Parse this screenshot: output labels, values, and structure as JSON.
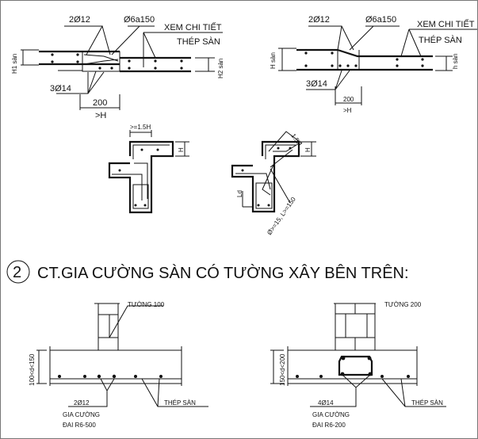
{
  "section_number": "2",
  "section_title": "CT.GIA CƯỜNG SÀN CÓ TƯỜNG XÂY BÊN TRÊN:",
  "detail_top_left": {
    "rebar_top": "2Ø12",
    "stirrup": "Ø6a150",
    "note_line1": "XEM CHI TIẾT",
    "note_line2": "THÉP SÀN",
    "left_height": "H1 sàn",
    "right_height": "H2 sàn",
    "rebar_bottom": "3Ø14",
    "width": "200",
    "width_min": ">H"
  },
  "detail_top_right": {
    "rebar_top": "2Ø12",
    "stirrup": "Ø6a150",
    "note_line1": "XEM CHI TIẾT",
    "note_line2": "THÉP SÀN",
    "left_height": "H sàn",
    "right_height": "h sàn",
    "rebar_bottom": "3Ø14",
    "width": "200",
    "width_min": ">H"
  },
  "detail_mid_left": {
    "dim_top": ">=1.5H",
    "dim_side": "H"
  },
  "detail_mid_right": {
    "dim_diag": "1.5H",
    "dim_side": "H",
    "dim_left": "Ld",
    "dim_bottom": "Ø>=15, L>=150"
  },
  "detail_bottom_left": {
    "wall": "TƯỜNG 100",
    "thickness": "100<d<150",
    "rebar": "2Ø12",
    "label_line1": "GIA CƯỜNG",
    "label_line2": "ĐAI R6-500",
    "slab_steel": "THÉP SÀN"
  },
  "detail_bottom_right": {
    "wall": "TƯỜNG 200",
    "thickness": "150<d<200",
    "rebar": "4Ø14",
    "label_line1": "GIA CƯỜNG",
    "label_line2": "ĐAI R6-200",
    "slab_steel": "THÉP SÀN"
  }
}
